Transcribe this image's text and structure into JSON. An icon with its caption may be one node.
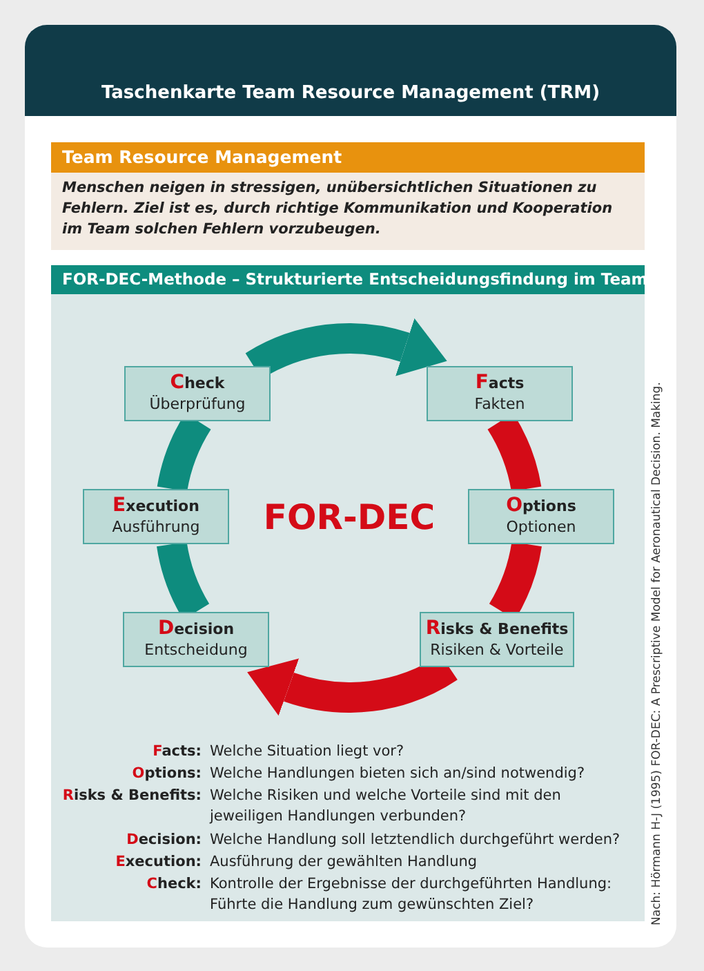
{
  "diagram": {
    "title": "Taschenkarte Team Resource Management (TRM)",
    "nodes": [
      {
        "text": [
          "Check",
          "Überprüfung"
        ]
      },
      {
        "text": [
          "Facts",
          "Fakten"
        ]
      },
      {
        "text": [
          "Execution",
          "Ausführung"
        ]
      },
      {
        "text": [
          "Options",
          "Optionen"
        ]
      },
      {
        "text": [
          "Decision",
          "Entscheidung"
        ]
      },
      {
        "text": [
          "Risks & Benefits",
          "Risiken & Vorteile"
        ]
      }
    ],
    "edges": [
      {
        "from": 0,
        "to": 1,
        "arrow": "to",
        "color": "#0e8c7e"
      },
      {
        "from": 1,
        "to": 3,
        "arrow": "none",
        "color": "#d40b17"
      },
      {
        "from": 3,
        "to": 5,
        "arrow": "none",
        "color": "#d40b17"
      },
      {
        "from": 5,
        "to": 4,
        "arrow": "to",
        "color": "#d40b17"
      },
      {
        "from": 4,
        "to": 2,
        "arrow": "none",
        "color": "#0e8c7e"
      },
      {
        "from": 2,
        "to": 0,
        "arrow": "none",
        "color": "#0e8c7e"
      }
    ],
    "labels": [
      "Team Resource Management",
      "Menschen neigen in stressigen, unübersichtlichen Situationen zu Fehlern. Ziel ist es, durch richtige Kommunikation und Kooperation im Team solchen Fehlern vorzubeugen.",
      "FOR-DEC-Methode – Strukturierte Entscheidungsfindung im Team",
      "FOR-DEC",
      "Facts:",
      "Welche Situation liegt vor?",
      "Options:",
      "Welche Handlungen bieten sich an/sind notwendig?",
      "Risks & Benefits:",
      "Welche Risiken und welche Vorteile sind mit den jeweiligen Handlungen verbunden?",
      "Decision:",
      "Welche Handlung soll letztendlich durchgeführt werden?",
      "Execution:",
      "Ausführung der gewählten Handlung",
      "Check:",
      "Kontrolle der Ergebnisse der durchgeführten Handlung: Führte die Handlung zum gewünschten Ziel?",
      "Nach: Hörmann H-J (1995) FOR-DEC: A Prescriptive Model for Aeronautical Decision. Making."
    ]
  }
}
